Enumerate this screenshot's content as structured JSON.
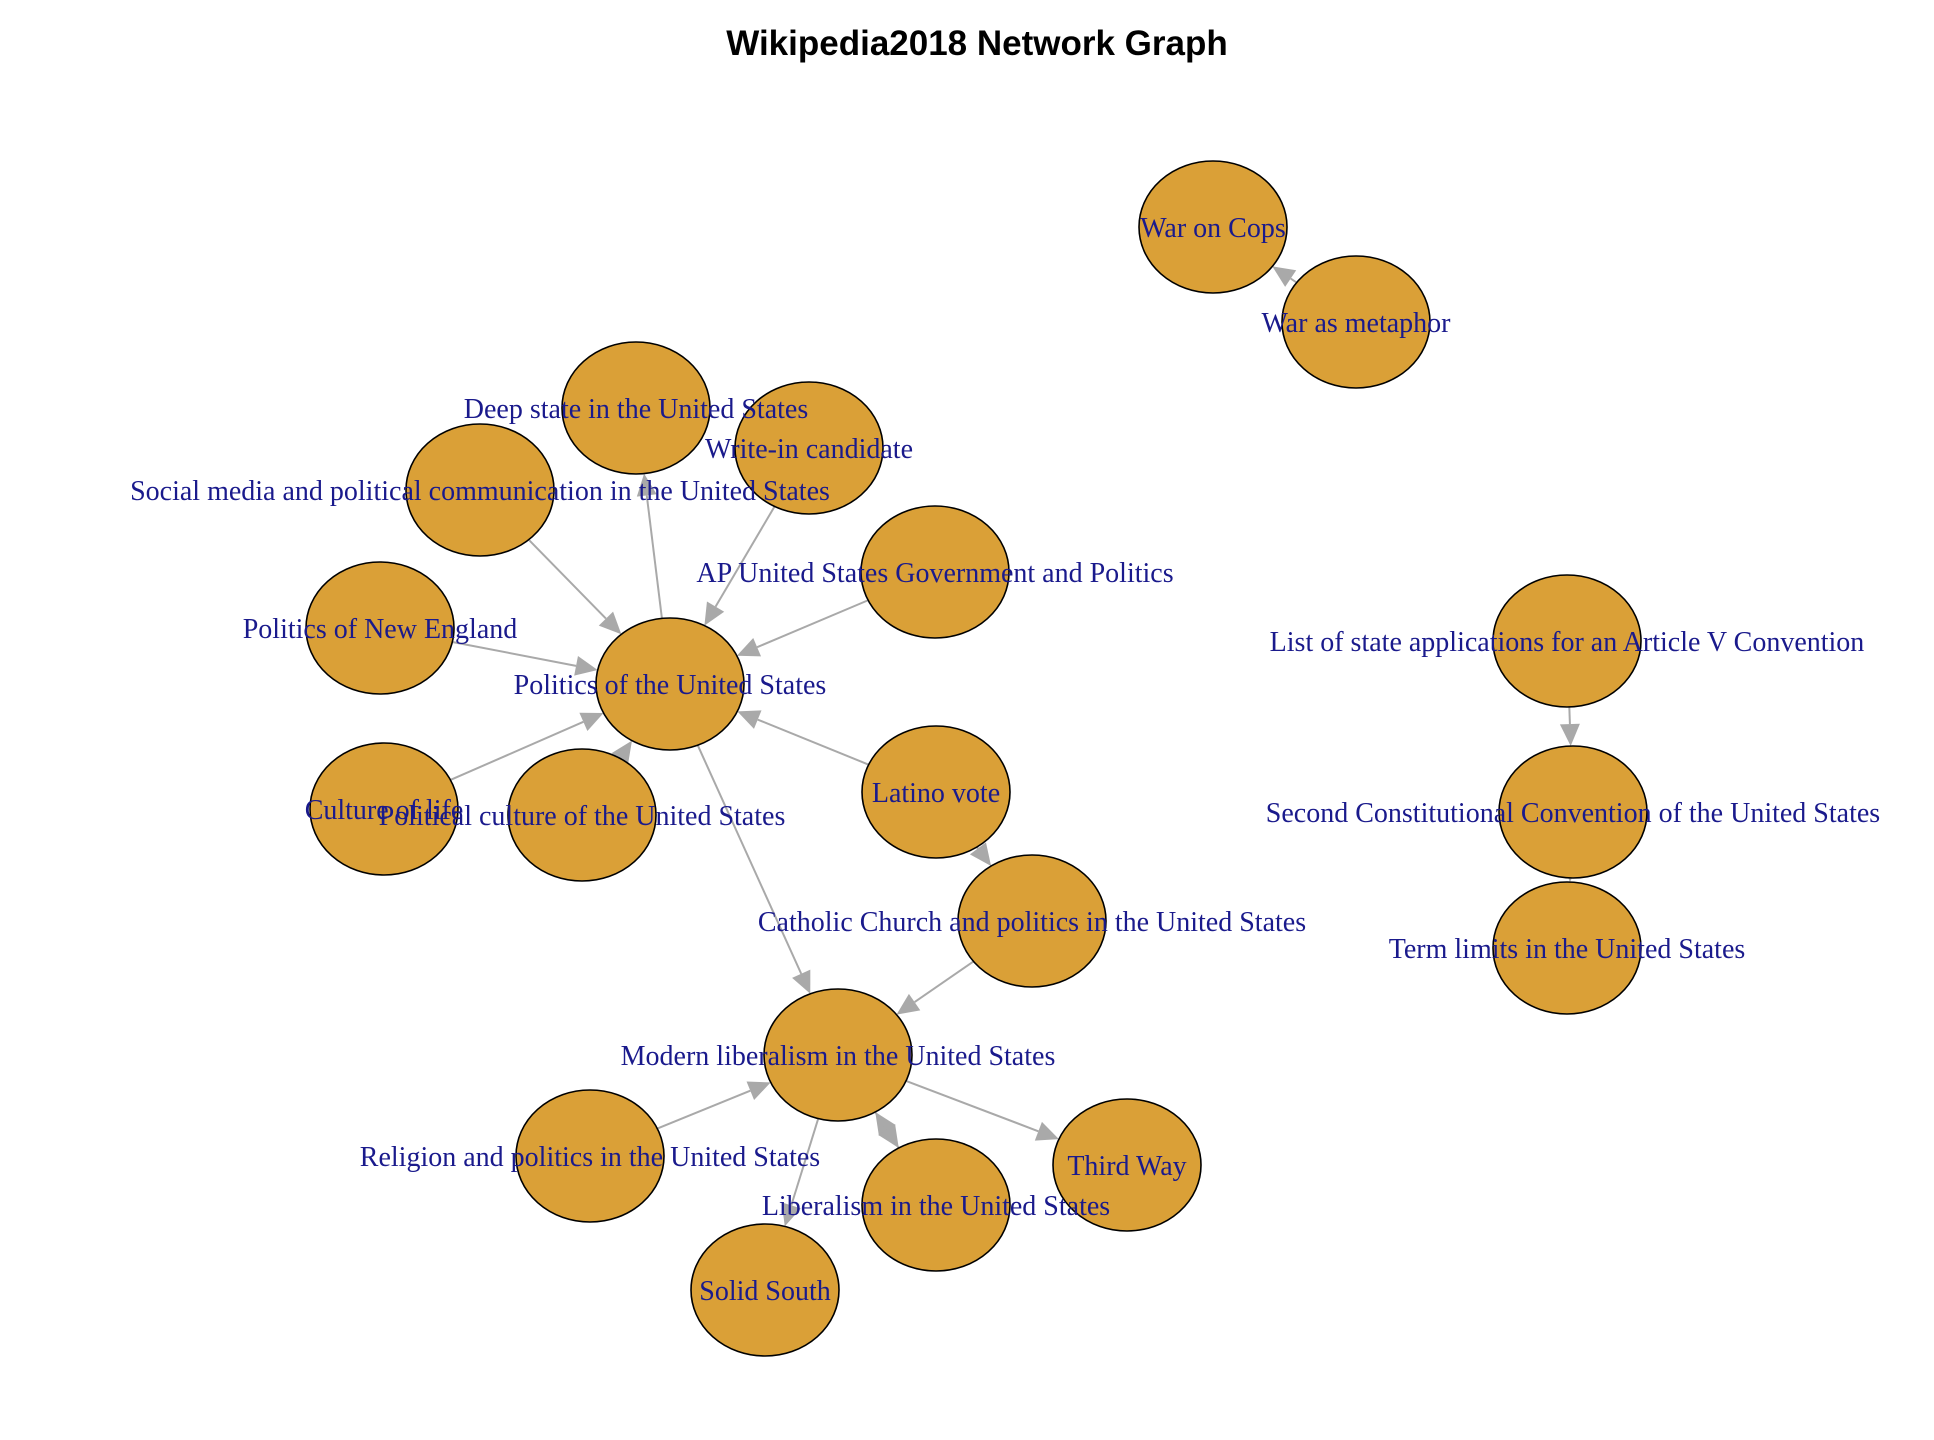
{
  "title": "Wikipedia2018 Network Graph",
  "colors": {
    "node_fill": "#DAA037",
    "node_border": "#000000",
    "label": "#1a1a8c",
    "edge": "#a9a9a9"
  },
  "nodes": [
    {
      "id": "war-on-cops",
      "label": "War on Cops"
    },
    {
      "id": "war-as-metaphor",
      "label": "War as metaphor"
    },
    {
      "id": "deep-state",
      "label": "Deep state in the United States"
    },
    {
      "id": "write-in",
      "label": "Write-in candidate"
    },
    {
      "id": "social-media",
      "label": "Social media and political communication in the United States"
    },
    {
      "id": "ap-gov",
      "label": "AP United States Government and Politics"
    },
    {
      "id": "politics-ne",
      "label": "Politics of New England"
    },
    {
      "id": "politics-us",
      "label": "Politics of the United States"
    },
    {
      "id": "article-v",
      "label": "List of state applications for an Article V Convention"
    },
    {
      "id": "culture-of-life",
      "label": "Culture of life"
    },
    {
      "id": "political-culture",
      "label": "Political culture of the United States"
    },
    {
      "id": "latino-vote",
      "label": "Latino vote"
    },
    {
      "id": "second-convention",
      "label": "Second Constitutional Convention of the United States"
    },
    {
      "id": "catholic",
      "label": "Catholic Church and politics in the United States"
    },
    {
      "id": "term-limits",
      "label": "Term limits in the United States"
    },
    {
      "id": "modern-liberalism",
      "label": "Modern liberalism in the United States"
    },
    {
      "id": "religion",
      "label": "Religion and politics in the United States"
    },
    {
      "id": "third-way",
      "label": "Third Way"
    },
    {
      "id": "liberalism",
      "label": "Liberalism in the United States"
    },
    {
      "id": "solid-south",
      "label": "Solid South"
    }
  ],
  "edges": [
    {
      "from": "war-as-metaphor",
      "to": "war-on-cops"
    },
    {
      "from": "social-media",
      "to": "politics-us"
    },
    {
      "from": "politics-us",
      "to": "deep-state"
    },
    {
      "from": "write-in",
      "to": "politics-us"
    },
    {
      "from": "ap-gov",
      "to": "politics-us"
    },
    {
      "from": "politics-ne",
      "to": "politics-us"
    },
    {
      "from": "culture-of-life",
      "to": "politics-us"
    },
    {
      "from": "political-culture",
      "to": "politics-us"
    },
    {
      "from": "latino-vote",
      "to": "politics-us"
    },
    {
      "from": "politics-us",
      "to": "modern-liberalism"
    },
    {
      "from": "catholic",
      "to": "modern-liberalism"
    },
    {
      "from": "latino-vote",
      "to": "catholic"
    },
    {
      "from": "religion",
      "to": "modern-liberalism"
    },
    {
      "from": "modern-liberalism",
      "to": "third-way"
    },
    {
      "from": "liberalism",
      "to": "modern-liberalism"
    },
    {
      "from": "modern-liberalism",
      "to": "liberalism"
    },
    {
      "from": "modern-liberalism",
      "to": "solid-south"
    },
    {
      "from": "article-v",
      "to": "second-convention"
    },
    {
      "from": "second-convention",
      "to": "term-limits"
    }
  ]
}
